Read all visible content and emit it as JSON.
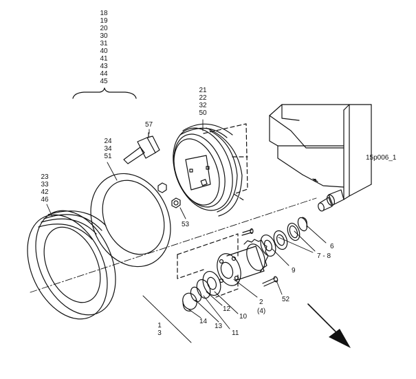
{
  "drawing_id": "15p006_1",
  "callout_groups": {
    "top": [
      "18",
      "19",
      "20",
      "30",
      "31",
      "40",
      "41",
      "43",
      "44",
      "45"
    ],
    "rim": [
      "21",
      "22",
      "32",
      "50"
    ],
    "tube": [
      "24",
      "34",
      "51"
    ],
    "tire": [
      "23",
      "33",
      "42",
      "46"
    ],
    "bottom_left": [
      "1",
      "3"
    ]
  },
  "callouts": {
    "valve": "57",
    "nut": "53",
    "item6": "6",
    "item78": "7 - 8",
    "item9": "9",
    "item2": "2",
    "item2qty": "(4)",
    "item52": "52",
    "item10": "10",
    "item11": "11",
    "item12": "12",
    "item13": "13",
    "item14": "14"
  }
}
